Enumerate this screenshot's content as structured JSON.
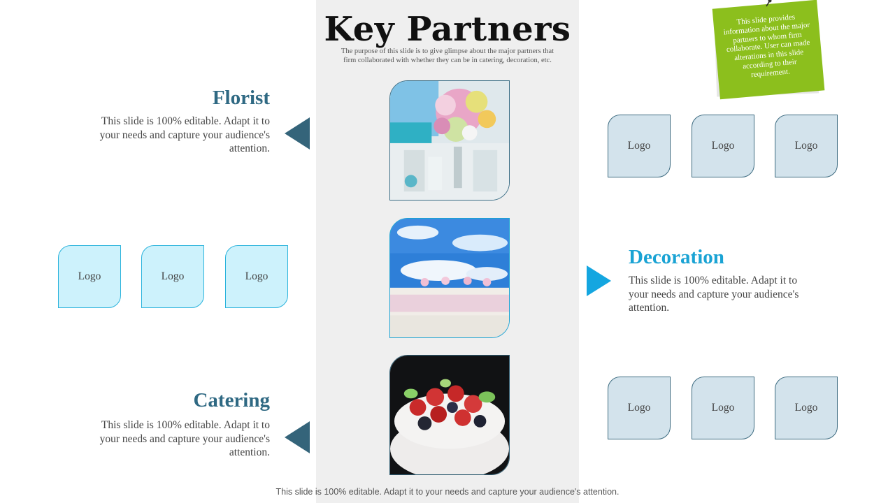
{
  "slide": {
    "title": "Key Partners",
    "subtitle": "The purpose of this slide is to give glimpse about the major partners that firm collaborated with whether they can be in catering, decoration, etc.",
    "footer": "This slide is 100% editable. Adapt it to your needs and capture your audience's attention."
  },
  "note": {
    "text": "This slide provides information about the major partners to whom firm collaborate. User can made alterations in this slide according to their requirement."
  },
  "sections": {
    "florist": {
      "heading": "Florist",
      "body": "This slide is 100% editable. Adapt it to your needs and capture your audience's attention."
    },
    "decoration": {
      "heading": "Decoration",
      "body": "This slide is 100% editable. Adapt it to your needs and capture your audience's attention."
    },
    "catering": {
      "heading": "Catering",
      "body": "This slide is 100% editable. Adapt it to your needs and capture your audience's attention."
    }
  },
  "logos": {
    "top_right": [
      "Logo",
      "Logo",
      "Logo"
    ],
    "middle_left": [
      "Logo",
      "Logo",
      "Logo"
    ],
    "bottom_right": [
      "Logo",
      "Logo",
      "Logo"
    ]
  },
  "icons": {
    "florist_pointer": "triangle-left-icon",
    "decoration_pointer": "triangle-right-icon",
    "catering_pointer": "triangle-left-icon",
    "note_pin": "pin-icon"
  },
  "colors": {
    "dark_teal": "#2f6983",
    "accent_blue": "#1aa3d4",
    "note_green": "#8cbf1d",
    "logo_gray_fill": "#d3e3ec",
    "logo_cyan_fill": "#cdf2fc",
    "center_band": "#efefef"
  }
}
